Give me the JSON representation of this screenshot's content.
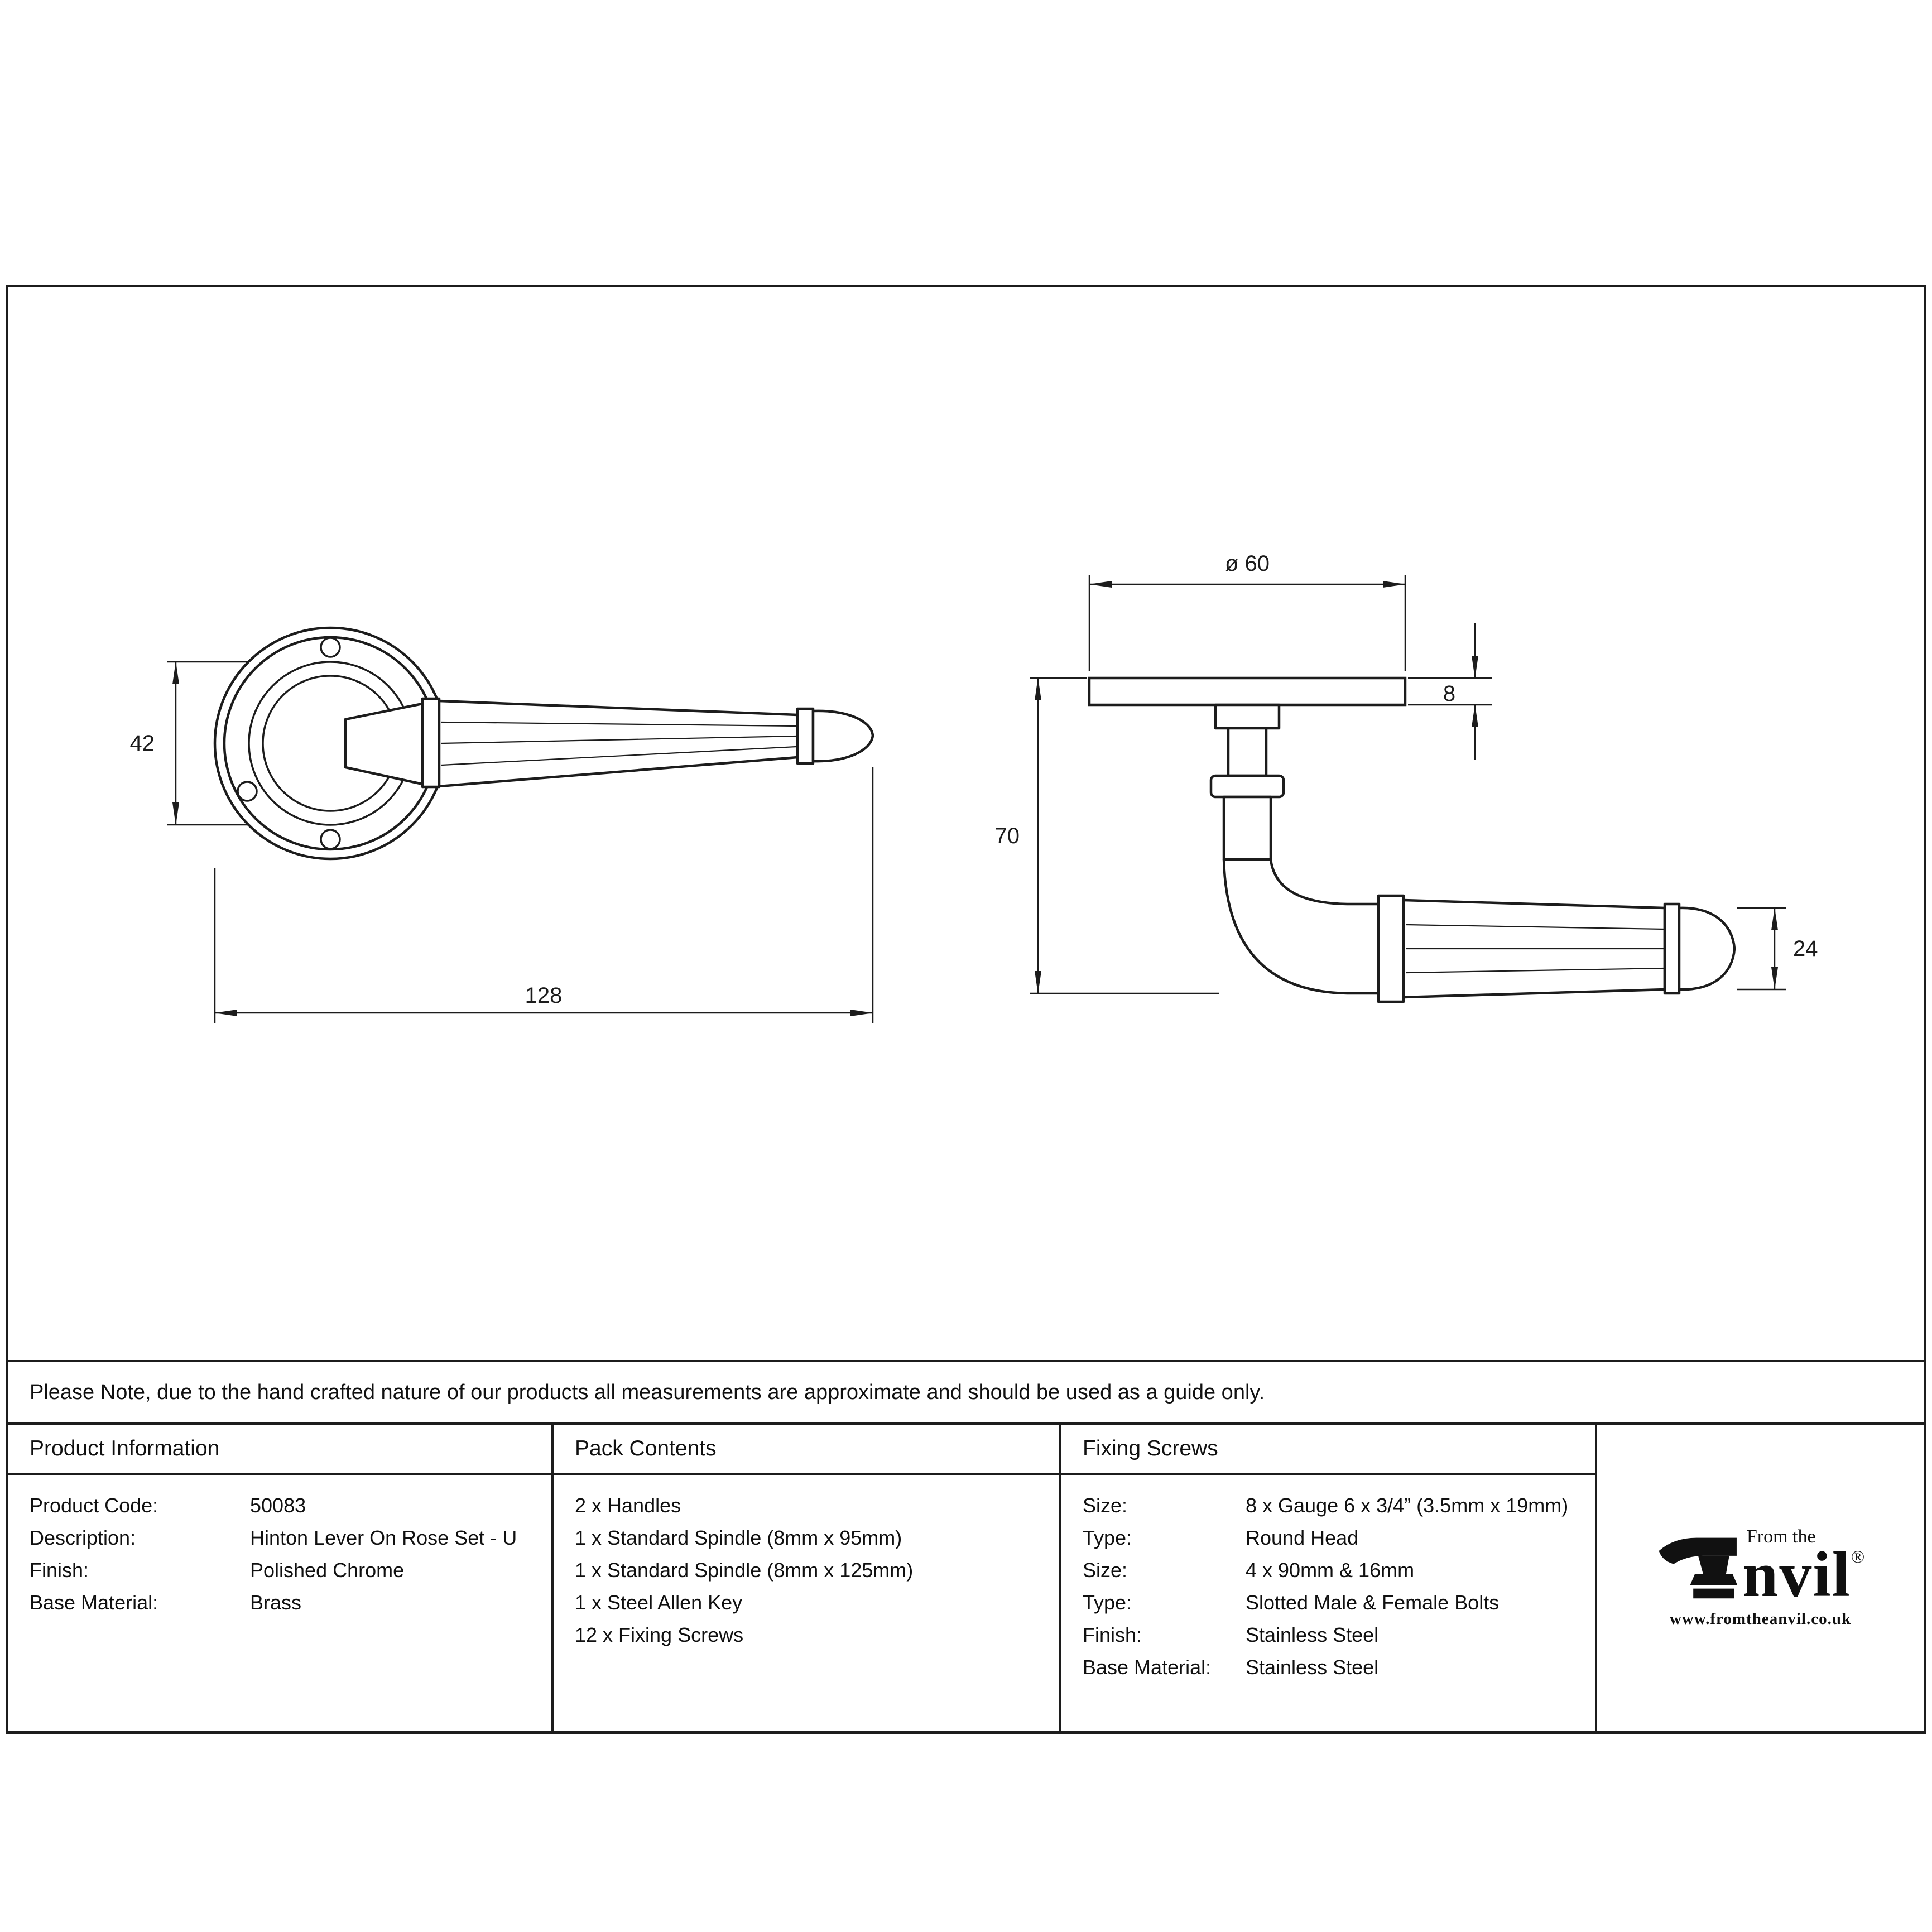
{
  "sheet": {
    "note": "Please Note, due to the hand crafted nature of our products all measurements are approximate and should be used as a guide only."
  },
  "drawing": {
    "front_view": {
      "rose_boss_diameter": "42",
      "overall_length": "128"
    },
    "side_view": {
      "rose_diameter": "ø 60",
      "rose_thickness": "8",
      "projection": "70",
      "lever_diameter": "24"
    }
  },
  "table": {
    "product_information": {
      "header": "Product Information",
      "rows": [
        {
          "label": "Product Code:",
          "value": "50083"
        },
        {
          "label": "Description:",
          "value": "Hinton Lever On Rose Set - U"
        },
        {
          "label": "Finish:",
          "value": "Polished Chrome"
        },
        {
          "label": "Base Material:",
          "value": "Brass"
        }
      ]
    },
    "pack_contents": {
      "header": "Pack Contents",
      "items": [
        "2 x Handles",
        "1 x Standard Spindle (8mm x 95mm)",
        "1 x Standard Spindle (8mm x 125mm)",
        "1 x Steel Allen Key",
        "12 x Fixing Screws"
      ]
    },
    "fixing_screws": {
      "header": "Fixing Screws",
      "rows": [
        {
          "label": "Size:",
          "value": "8 x Gauge 6 x 3/4” (3.5mm x 19mm)"
        },
        {
          "label": "Type:",
          "value": "Round Head"
        },
        {
          "label": "Size:",
          "value": "4 x 90mm & 16mm"
        },
        {
          "label": "Type:",
          "value": "Slotted Male & Female Bolts"
        },
        {
          "label": "Finish:",
          "value": "Stainless Steel"
        },
        {
          "label": "Base Material:",
          "value": "Stainless Steel"
        }
      ]
    }
  },
  "logo": {
    "tagline": "From the",
    "brand": "nvil",
    "registered": "®",
    "website": "www.fromtheanvil.co.uk"
  },
  "colors": {
    "ink": "#1c1c1c",
    "background": "#ffffff"
  }
}
